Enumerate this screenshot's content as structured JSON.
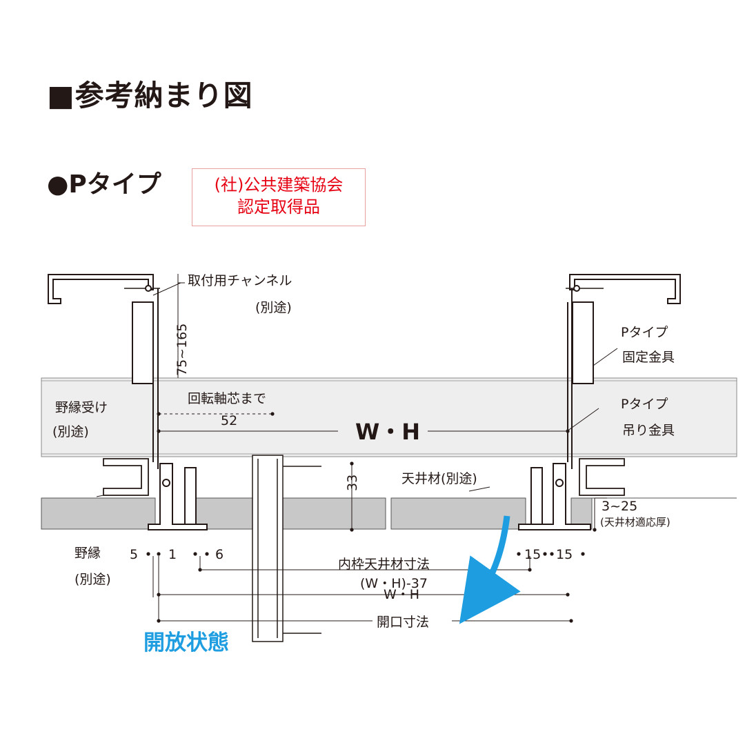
{
  "header": {
    "title": "■参考納まり図",
    "subtitle": "●Pタイプ",
    "certification_line1": "(社)公共建築協会",
    "certification_line2": "認定取得品"
  },
  "labels": {
    "mounting_channel": "取付用チャンネル",
    "mounting_channel_note": "(別途)",
    "height_range": "75~165",
    "p_type_fixing_1": "Pタイプ",
    "p_type_fixing_2": "固定金具",
    "field_receiver_1": "野縁受け",
    "field_receiver_2": "(別途)",
    "rotation_axis": "回転軸芯まで",
    "rotation_value": "52",
    "wh_center": "W・H",
    "p_type_hanger_1": "Pタイプ",
    "p_type_hanger_2": "吊り金具",
    "dim_33": "33",
    "ceiling_material": "天井材(別途)",
    "thickness_range": "3~25",
    "thickness_note": "(天井材適応厚)",
    "furring_1": "野縁",
    "furring_2": "(別途)",
    "dim_5": "5",
    "dim_1": "1",
    "dim_6": "6",
    "dim_15a": "15",
    "dim_15b": "15",
    "inner_frame_1": "内枠天井材寸法",
    "inner_frame_2": "(W・H)-37",
    "wh_dim": "W・H",
    "opening_size": "開口寸法",
    "open_state": "開放状態"
  },
  "colors": {
    "ink": "#231815",
    "accent_red": "#e60012",
    "accent_blue": "#1e9ee0",
    "band_gray": "#eeeeef",
    "ceiling_gray": "#c8c8c9"
  }
}
